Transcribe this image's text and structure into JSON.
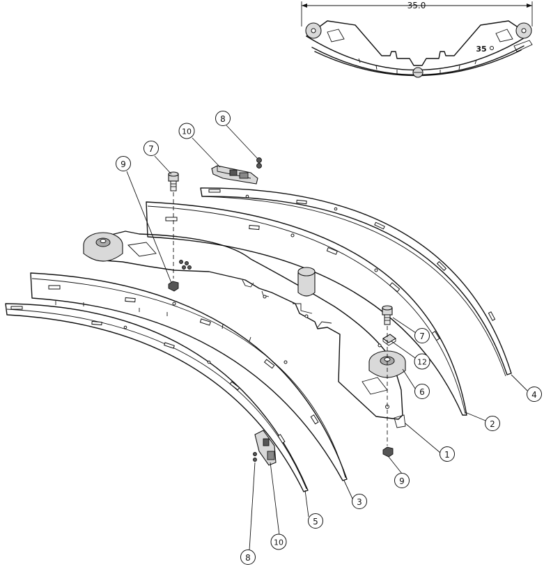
{
  "inset": {
    "dimension_label": "35.0",
    "angle_label": "35"
  },
  "callouts": [
    {
      "id": "c-1",
      "label": "1"
    },
    {
      "id": "c-2",
      "label": "2"
    },
    {
      "id": "c-3",
      "label": "3"
    },
    {
      "id": "c-4",
      "label": "4"
    },
    {
      "id": "c-5",
      "label": "5"
    },
    {
      "id": "c-6",
      "label": "6"
    },
    {
      "id": "c-7a",
      "label": "7"
    },
    {
      "id": "c-7b",
      "label": "7"
    },
    {
      "id": "c-8a",
      "label": "8"
    },
    {
      "id": "c-8b",
      "label": "8"
    },
    {
      "id": "c-9a",
      "label": "9"
    },
    {
      "id": "c-9b",
      "label": "9"
    },
    {
      "id": "c-10a",
      "label": "10"
    },
    {
      "id": "c-10b",
      "label": "10"
    },
    {
      "id": "c-12",
      "label": "12"
    }
  ]
}
